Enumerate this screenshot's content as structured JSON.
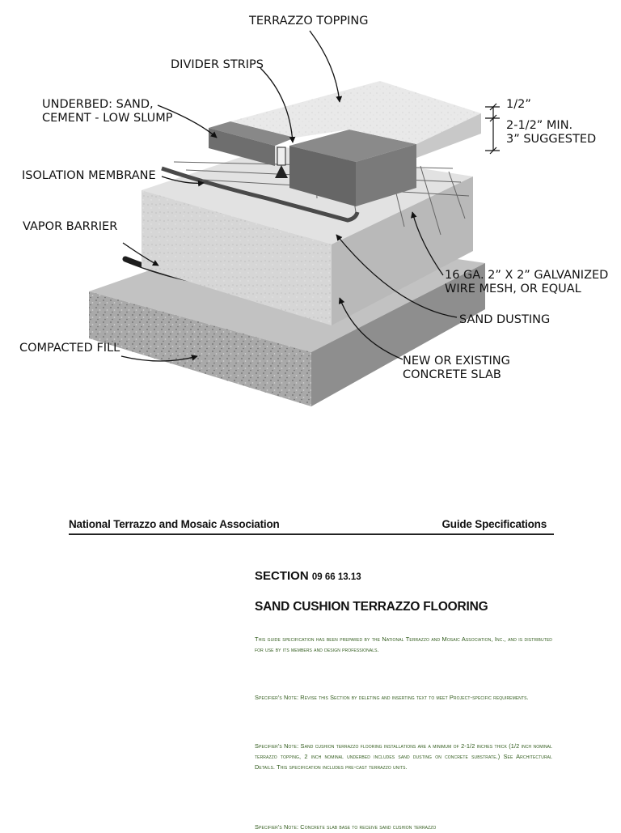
{
  "diagram": {
    "labels": {
      "terrazzo_topping": "TERRAZZO TOPPING",
      "divider_strips": "DIVIDER STRIPS",
      "underbed": "UNDERBED: SAND,\nCEMENT - LOW SLUMP",
      "isolation_membrane": "ISOLATION MEMBRANE",
      "vapor_barrier": "VAPOR BARRIER",
      "compacted_fill": "COMPACTED FILL",
      "dim_topping": "1/2”",
      "dim_underbed": "2-1/2” MIN.\n3” SUGGESTED",
      "wire_mesh": "16 GA. 2” X 2” GALVANIZED\nWIRE MESH, OR EQUAL",
      "sand_dusting": "SAND DUSTING",
      "concrete_slab": "NEW OR EXISTING\nCONCRETE SLAB"
    }
  },
  "document": {
    "header_left": "National Terrazzo and Mosaic Association",
    "header_right": "Guide Specifications",
    "section_prefix": "SECTION",
    "section_number": "09 66 13.13",
    "section_title": "SAND CUSHION TERRAZZO FLOORING",
    "paragraphs": [
      "This guide specification has been prepared by the National Terrazzo and Mosaic Association, Inc., and is distributed for use by its members and design professionals.",
      "Specifier's Note:  Revise this Section by deleting and inserting text to meet Project-specific requirements.",
      "Specifier's Note:  Sand cushion terrazzo flooring installations are a minimum of 2-1/2 inches thick (1/2 inch nominal terrazzo topping, 2 inch nominal underbed includes sand dusting on concrete substrate.) See Architectural Details.  This specification includes pre-cast terrazzo units.",
      "Specifier's Note:  Concrete slab base to receive sand cushion terrazzo"
    ]
  }
}
